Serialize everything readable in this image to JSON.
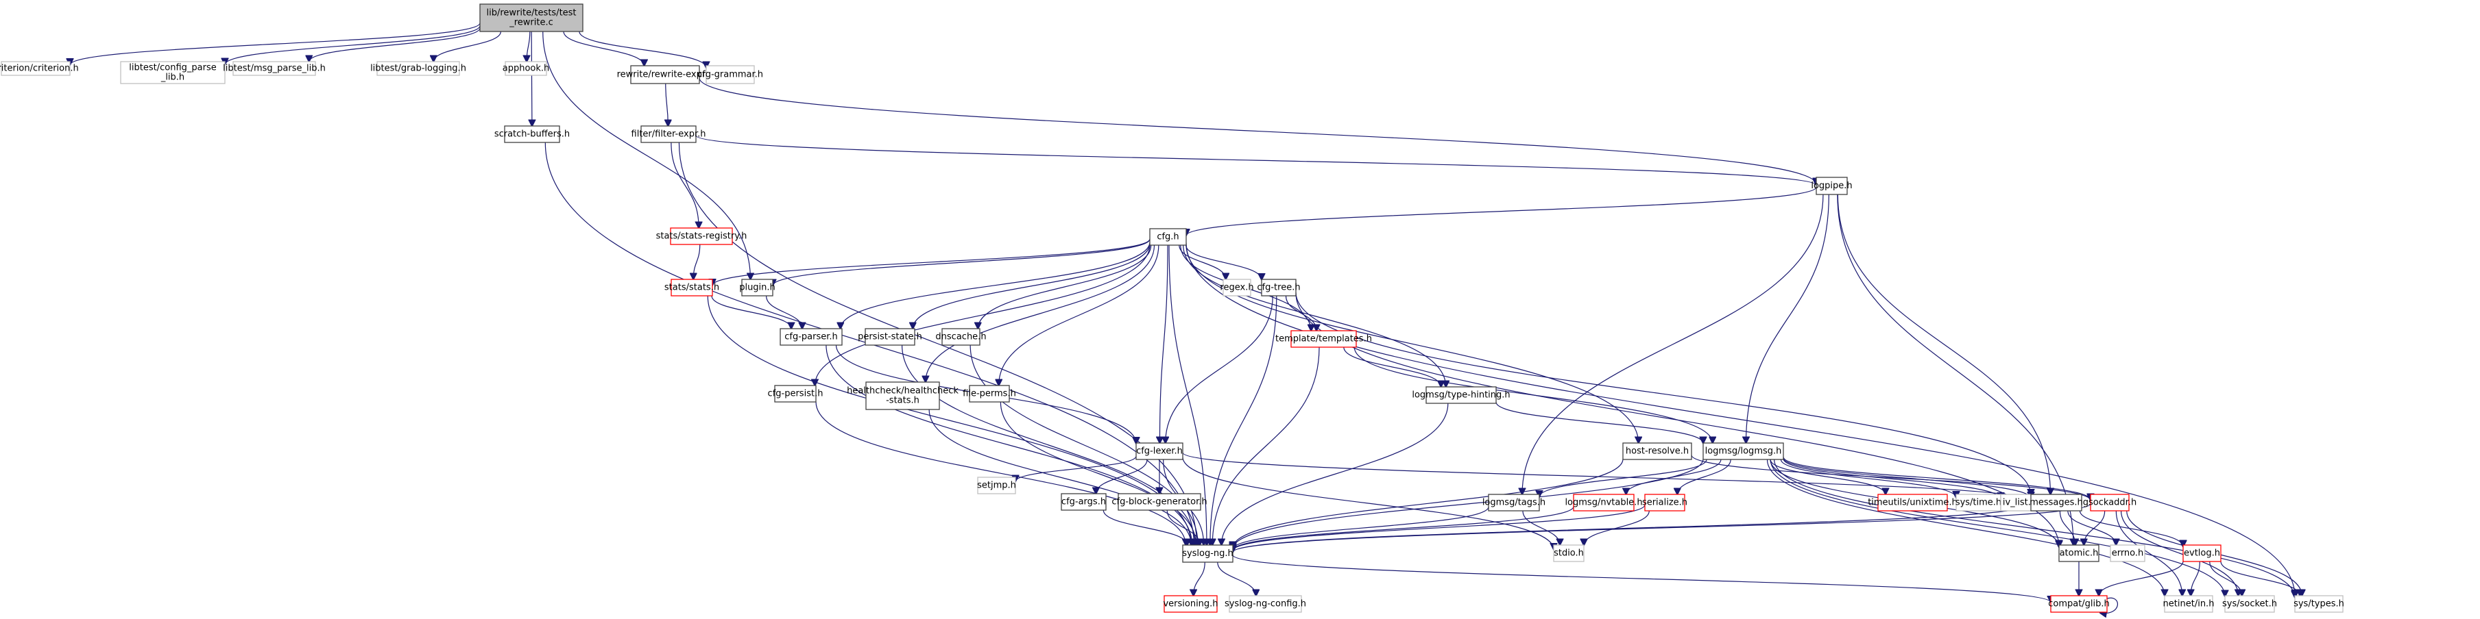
{
  "diagram": {
    "title": "lib/rewrite/tests/test_rewrite.c include dependency graph",
    "colors": {
      "edge": "#191970",
      "root_fill": "#bfbfbf",
      "documented_border": "#404040",
      "missing_doc_border": "#ff0000",
      "external_border": "#bfbfbf"
    },
    "nodes": [
      {
        "id": "root",
        "lines": [
          "lib/rewrite/tests/test",
          "_rewrite.c"
        ],
        "style": "root"
      },
      {
        "id": "criterion",
        "lines": [
          "criterion/criterion.h"
        ],
        "style": "gray"
      },
      {
        "id": "config_parse",
        "lines": [
          "libtest/config_parse",
          "_lib.h"
        ],
        "style": "gray"
      },
      {
        "id": "msg_parse",
        "lines": [
          "libtest/msg_parse_lib.h"
        ],
        "style": "gray"
      },
      {
        "id": "grab_logging",
        "lines": [
          "libtest/grab-logging.h"
        ],
        "style": "gray"
      },
      {
        "id": "apphook",
        "lines": [
          "apphook.h"
        ],
        "style": "gray"
      },
      {
        "id": "rewrite_expr",
        "lines": [
          "rewrite/rewrite-expr.h"
        ],
        "style": "solid"
      },
      {
        "id": "cfg_grammar",
        "lines": [
          "cfg-grammar.h"
        ],
        "style": "gray"
      },
      {
        "id": "scratch",
        "lines": [
          "scratch-buffers.h"
        ],
        "style": "solid"
      },
      {
        "id": "filter_expr",
        "lines": [
          "filter/filter-expr.h"
        ],
        "style": "solid"
      },
      {
        "id": "logpipe",
        "lines": [
          "logpipe.h"
        ],
        "style": "solid"
      },
      {
        "id": "stats_registry",
        "lines": [
          "stats/stats-registry.h"
        ],
        "style": "red"
      },
      {
        "id": "cfg",
        "lines": [
          "cfg.h"
        ],
        "style": "solid"
      },
      {
        "id": "stats",
        "lines": [
          "stats/stats.h"
        ],
        "style": "red"
      },
      {
        "id": "plugin",
        "lines": [
          "plugin.h"
        ],
        "style": "solid"
      },
      {
        "id": "regex",
        "lines": [
          "regex.h"
        ],
        "style": "gray"
      },
      {
        "id": "cfg_tree",
        "lines": [
          "cfg-tree.h"
        ],
        "style": "solid"
      },
      {
        "id": "cfg_parser",
        "lines": [
          "cfg-parser.h"
        ],
        "style": "solid"
      },
      {
        "id": "persist_state",
        "lines": [
          "persist-state.h"
        ],
        "style": "solid"
      },
      {
        "id": "dnscache",
        "lines": [
          "dnscache.h"
        ],
        "style": "solid"
      },
      {
        "id": "templates",
        "lines": [
          "template/templates.h"
        ],
        "style": "red"
      },
      {
        "id": "cfg_persist",
        "lines": [
          "cfg-persist.h"
        ],
        "style": "solid"
      },
      {
        "id": "healthcheck",
        "lines": [
          "healthcheck/healthcheck",
          "-stats.h"
        ],
        "style": "solid"
      },
      {
        "id": "file_perms",
        "lines": [
          "file-perms.h"
        ],
        "style": "solid"
      },
      {
        "id": "type_hinting",
        "lines": [
          "logmsg/type-hinting.h"
        ],
        "style": "solid"
      },
      {
        "id": "host_resolve",
        "lines": [
          "host-resolve.h"
        ],
        "style": "solid"
      },
      {
        "id": "logmsg",
        "lines": [
          "logmsg/logmsg.h"
        ],
        "style": "solid"
      },
      {
        "id": "cfg_lexer",
        "lines": [
          "cfg-lexer.h"
        ],
        "style": "solid"
      },
      {
        "id": "setjmp",
        "lines": [
          "setjmp.h"
        ],
        "style": "gray"
      },
      {
        "id": "cfg_args",
        "lines": [
          "cfg-args.h"
        ],
        "style": "solid"
      },
      {
        "id": "cfg_block_gen",
        "lines": [
          "cfg-block-generator.h"
        ],
        "style": "solid"
      },
      {
        "id": "tags",
        "lines": [
          "logmsg/tags.h"
        ],
        "style": "solid"
      },
      {
        "id": "nvtable",
        "lines": [
          "logmsg/nvtable.h"
        ],
        "style": "red"
      },
      {
        "id": "serialize",
        "lines": [
          "serialize.h"
        ],
        "style": "red"
      },
      {
        "id": "unixtime",
        "lines": [
          "timeutils/unixtime.h"
        ],
        "style": "red"
      },
      {
        "id": "sys_time",
        "lines": [
          "sys/time.h"
        ],
        "style": "gray"
      },
      {
        "id": "iv_list",
        "lines": [
          "iv_list.h"
        ],
        "style": "gray"
      },
      {
        "id": "messages",
        "lines": [
          "messages.h"
        ],
        "style": "solid"
      },
      {
        "id": "gsockaddr",
        "lines": [
          "gsockaddr.h"
        ],
        "style": "red"
      },
      {
        "id": "syslog_ng",
        "lines": [
          "syslog-ng.h"
        ],
        "style": "solid"
      },
      {
        "id": "stdio",
        "lines": [
          "stdio.h"
        ],
        "style": "gray"
      },
      {
        "id": "atomic",
        "lines": [
          "atomic.h"
        ],
        "style": "solid"
      },
      {
        "id": "errno",
        "lines": [
          "errno.h"
        ],
        "style": "gray"
      },
      {
        "id": "evtlog",
        "lines": [
          "evtlog.h"
        ],
        "style": "red"
      },
      {
        "id": "versioning",
        "lines": [
          "versioning.h"
        ],
        "style": "red"
      },
      {
        "id": "syslog_ng_config",
        "lines": [
          "syslog-ng-config.h"
        ],
        "style": "gray"
      },
      {
        "id": "compat_glib",
        "lines": [
          "compat/glib.h"
        ],
        "style": "red"
      },
      {
        "id": "netinet_in",
        "lines": [
          "netinet/in.h"
        ],
        "style": "gray"
      },
      {
        "id": "sys_socket",
        "lines": [
          "sys/socket.h"
        ],
        "style": "gray"
      },
      {
        "id": "sys_types",
        "lines": [
          "sys/types.h"
        ],
        "style": "gray"
      }
    ],
    "edges": [
      [
        "root",
        "criterion"
      ],
      [
        "root",
        "config_parse"
      ],
      [
        "root",
        "msg_parse"
      ],
      [
        "root",
        "grab_logging"
      ],
      [
        "root",
        "apphook"
      ],
      [
        "root",
        "rewrite_expr"
      ],
      [
        "root",
        "cfg_grammar"
      ],
      [
        "root",
        "scratch"
      ],
      [
        "root",
        "plugin"
      ],
      [
        "rewrite_expr",
        "filter_expr"
      ],
      [
        "rewrite_expr",
        "logpipe"
      ],
      [
        "scratch",
        "syslog_ng"
      ],
      [
        "filter_expr",
        "logpipe"
      ],
      [
        "filter_expr",
        "stats_registry"
      ],
      [
        "filter_expr",
        "syslog_ng"
      ],
      [
        "logpipe",
        "cfg"
      ],
      [
        "logpipe",
        "logmsg"
      ],
      [
        "logpipe",
        "messages"
      ],
      [
        "logpipe",
        "atomic"
      ],
      [
        "logpipe",
        "tags"
      ],
      [
        "stats_registry",
        "stats"
      ],
      [
        "cfg",
        "stats"
      ],
      [
        "cfg",
        "plugin"
      ],
      [
        "cfg",
        "cfg_parser"
      ],
      [
        "cfg",
        "persist_state"
      ],
      [
        "cfg",
        "dnscache"
      ],
      [
        "cfg",
        "healthcheck"
      ],
      [
        "cfg",
        "file_perms"
      ],
      [
        "cfg",
        "cfg_lexer"
      ],
      [
        "cfg",
        "cfg_persist"
      ],
      [
        "cfg",
        "regex"
      ],
      [
        "cfg",
        "cfg_tree"
      ],
      [
        "cfg",
        "templates"
      ],
      [
        "cfg",
        "type_hinting"
      ],
      [
        "cfg",
        "host_resolve"
      ],
      [
        "cfg",
        "sys_types"
      ],
      [
        "cfg",
        "syslog_ng"
      ],
      [
        "stats",
        "cfg_parser"
      ],
      [
        "stats",
        "syslog_ng"
      ],
      [
        "plugin",
        "cfg_parser"
      ],
      [
        "cfg_parser",
        "cfg_lexer"
      ],
      [
        "cfg_parser",
        "syslog_ng"
      ],
      [
        "persist_state",
        "syslog_ng"
      ],
      [
        "dnscache",
        "syslog_ng"
      ],
      [
        "cfg_tree",
        "templates"
      ],
      [
        "cfg_tree",
        "cfg_lexer"
      ],
      [
        "cfg_tree",
        "syslog_ng"
      ],
      [
        "cfg_tree",
        "messages"
      ],
      [
        "cfg_tree",
        "atomic"
      ],
      [
        "templates",
        "type_hinting"
      ],
      [
        "templates",
        "syslog_ng"
      ],
      [
        "templates",
        "logmsg"
      ],
      [
        "cfg_persist",
        "syslog_ng"
      ],
      [
        "healthcheck",
        "syslog_ng"
      ],
      [
        "file_perms",
        "syslog_ng"
      ],
      [
        "type_hinting",
        "logmsg"
      ],
      [
        "type_hinting",
        "syslog_ng"
      ],
      [
        "host_resolve",
        "syslog_ng"
      ],
      [
        "host_resolve",
        "gsockaddr"
      ],
      [
        "logmsg",
        "tags"
      ],
      [
        "logmsg",
        "nvtable"
      ],
      [
        "logmsg",
        "serialize"
      ],
      [
        "logmsg",
        "unixtime"
      ],
      [
        "logmsg",
        "sys_time"
      ],
      [
        "logmsg",
        "iv_list"
      ],
      [
        "logmsg",
        "messages"
      ],
      [
        "logmsg",
        "gsockaddr"
      ],
      [
        "logmsg",
        "atomic"
      ],
      [
        "logmsg",
        "syslog_ng"
      ],
      [
        "logmsg",
        "netinet_in"
      ],
      [
        "logmsg",
        "sys_socket"
      ],
      [
        "logmsg",
        "sys_types"
      ],
      [
        "cfg_lexer",
        "setjmp"
      ],
      [
        "cfg_lexer",
        "cfg_args"
      ],
      [
        "cfg_lexer",
        "cfg_block_gen"
      ],
      [
        "cfg_lexer",
        "syslog_ng"
      ],
      [
        "cfg_lexer",
        "messages"
      ],
      [
        "cfg_lexer",
        "stdio"
      ],
      [
        "cfg_args",
        "syslog_ng"
      ],
      [
        "cfg_block_gen",
        "syslog_ng"
      ],
      [
        "tags",
        "syslog_ng"
      ],
      [
        "tags",
        "stdio"
      ],
      [
        "nvtable",
        "syslog_ng"
      ],
      [
        "serialize",
        "syslog_ng"
      ],
      [
        "serialize",
        "stdio"
      ],
      [
        "messages",
        "syslog_ng"
      ],
      [
        "messages",
        "errno"
      ],
      [
        "messages",
        "evtlog"
      ],
      [
        "messages",
        "atomic"
      ],
      [
        "gsockaddr",
        "syslog_ng"
      ],
      [
        "gsockaddr",
        "atomic"
      ],
      [
        "gsockaddr",
        "netinet_in"
      ],
      [
        "gsockaddr",
        "sys_socket"
      ],
      [
        "gsockaddr",
        "sys_types"
      ],
      [
        "syslog_ng",
        "versioning"
      ],
      [
        "syslog_ng",
        "syslog_ng_config"
      ],
      [
        "syslog_ng",
        "compat_glib"
      ],
      [
        "atomic",
        "compat_glib"
      ],
      [
        "evtlog",
        "compat_glib"
      ],
      [
        "evtlog",
        "netinet_in"
      ],
      [
        "evtlog",
        "sys_socket"
      ],
      [
        "evtlog",
        "sys_types"
      ],
      [
        "compat_glib",
        "compat_glib"
      ]
    ]
  }
}
